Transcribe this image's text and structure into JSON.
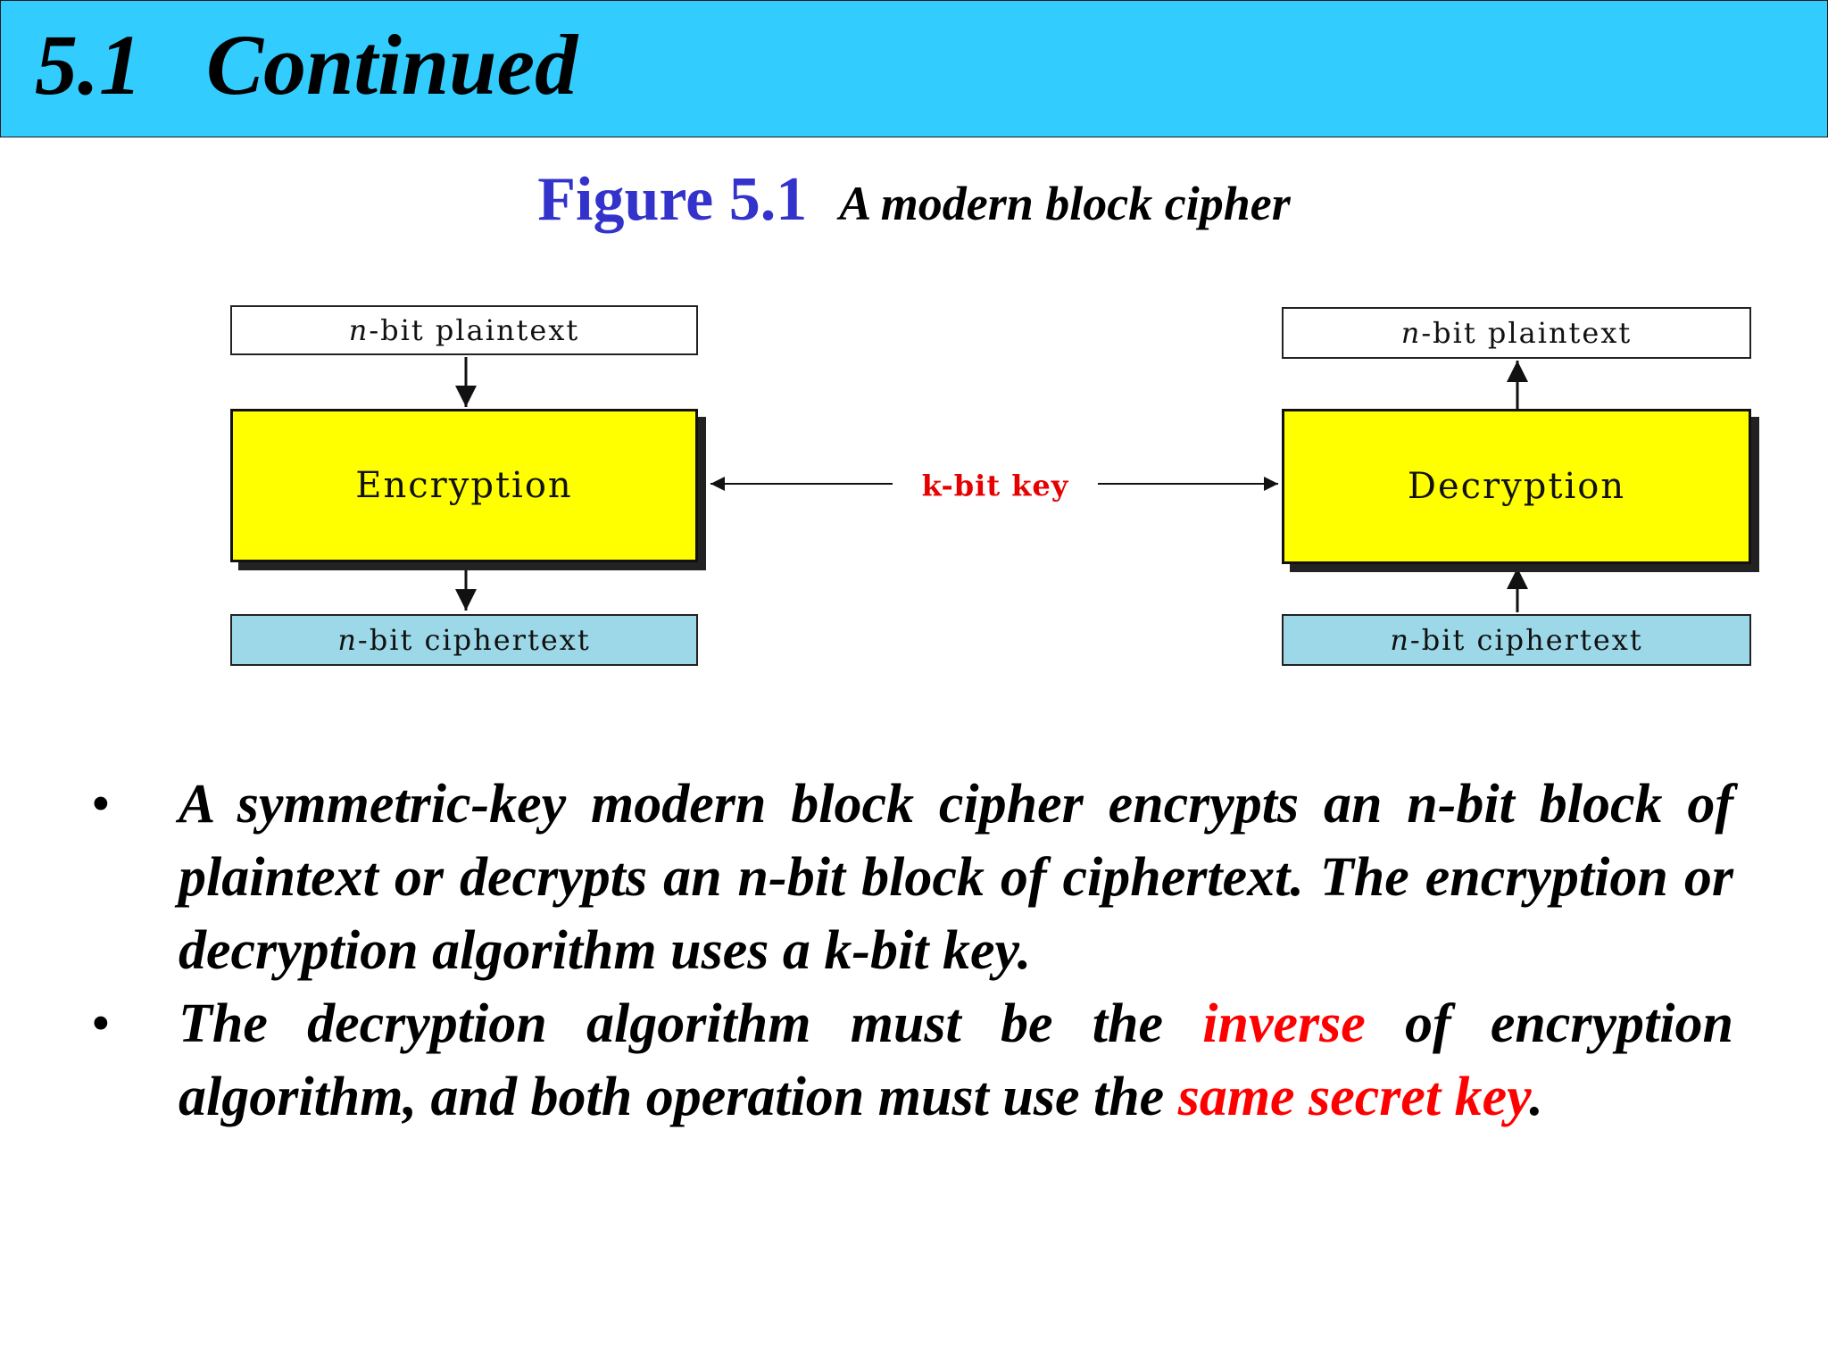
{
  "slide": {
    "title": "5.1   Continued"
  },
  "figure": {
    "number": "Figure 5.1",
    "caption": "A modern block cipher"
  },
  "diagram": {
    "left": {
      "plaintext": {
        "var": "n",
        "rest": "-bit plaintext"
      },
      "operation": "Encryption",
      "ciphertext": {
        "var": "n",
        "rest": "-bit ciphertext"
      }
    },
    "right": {
      "plaintext": {
        "var": "n",
        "rest": "-bit plaintext"
      },
      "operation": "Decryption",
      "ciphertext": {
        "var": "n",
        "rest": "-bit ciphertext"
      }
    },
    "key_label": "k-bit key"
  },
  "bullets": [
    {
      "text": "A symmetric-key modern block cipher encrypts an n-bit block of plaintext or decrypts an n-bit block of ciphertext. The encryption or decryption algorithm uses a k-bit key."
    },
    {
      "pre1": "The decryption algorithm must be the ",
      "hl1": "inverse",
      "pre2": " of encryption algorithm, and both operation must use the ",
      "hl2": "same secret key",
      "post": "."
    }
  ],
  "colors": {
    "title_bar": "#33ccff",
    "figure_number": "#3333cc",
    "operation_box": "#ffff00",
    "ciphertext_box": "#9dd8e8",
    "highlight": "#ff0000"
  }
}
